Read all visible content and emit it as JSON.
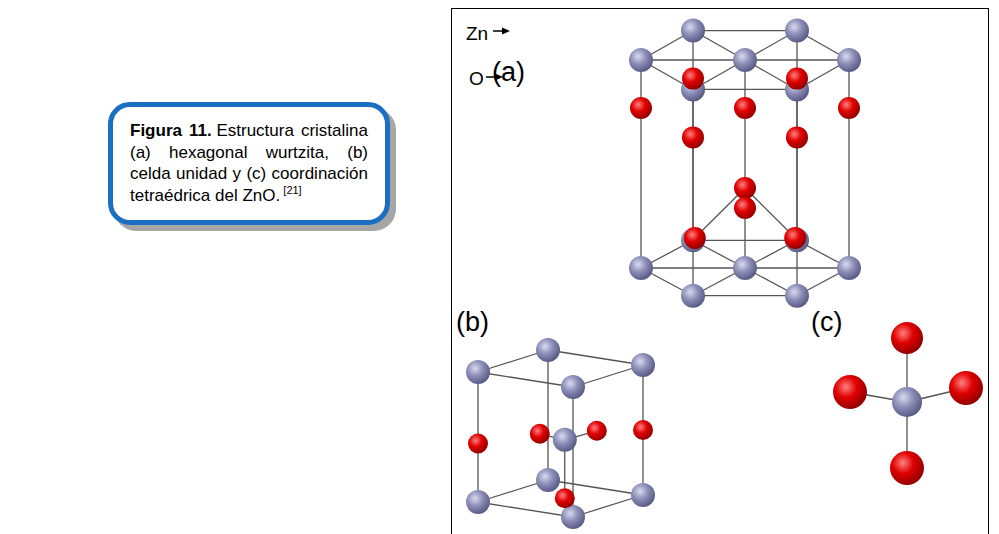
{
  "diagram": {
    "nodes": [
      {
        "text": [
          "Figura 11.",
          "Estructura cristalina (a) hexagonal wurtzita, (b) celda unidad y (c) coordinación tetraédrica del ZnO.",
          "[21]"
        ]
      },
      {
        "text": [
          "Zn",
          "(a)",
          "O",
          "(b)",
          "(c)"
        ]
      }
    ]
  }
}
